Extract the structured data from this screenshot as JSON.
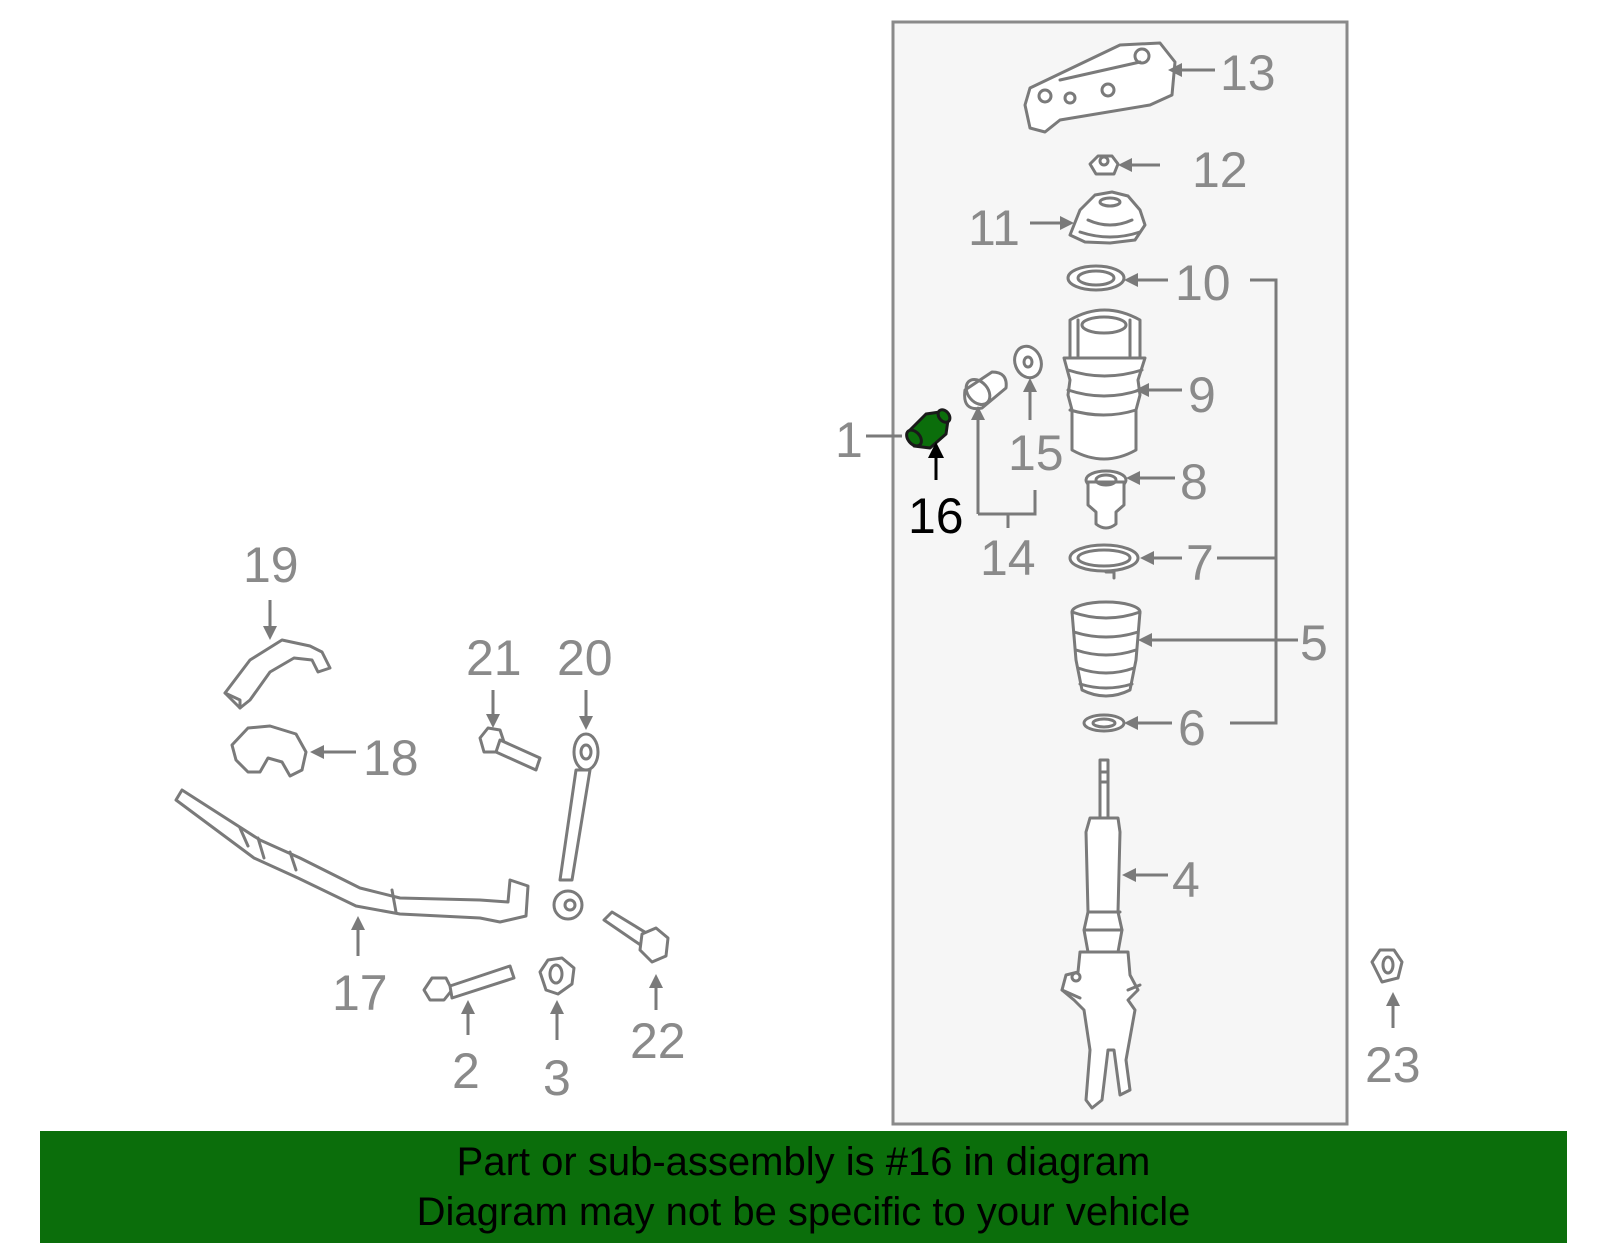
{
  "diagram": {
    "highlighted_part": "16",
    "highlight_color": "#0b6e0b",
    "line_color": "#7a7a7a",
    "panel_color": "#f6f6f6",
    "callouts": {
      "p1": "1",
      "p2": "2",
      "p3": "3",
      "p4": "4",
      "p5": "5",
      "p6": "6",
      "p7": "7",
      "p8": "8",
      "p9": "9",
      "p10": "10",
      "p11": "11",
      "p12": "12",
      "p13": "13",
      "p14": "14",
      "p15": "15",
      "p16": "16",
      "p17": "17",
      "p18": "18",
      "p19": "19",
      "p20": "20",
      "p21": "21",
      "p22": "22",
      "p23": "23"
    }
  },
  "footer": {
    "background": "#0b6e0b",
    "line1": "Part or sub-assembly is #16 in diagram",
    "line2": "Diagram may not be specific to your vehicle"
  }
}
